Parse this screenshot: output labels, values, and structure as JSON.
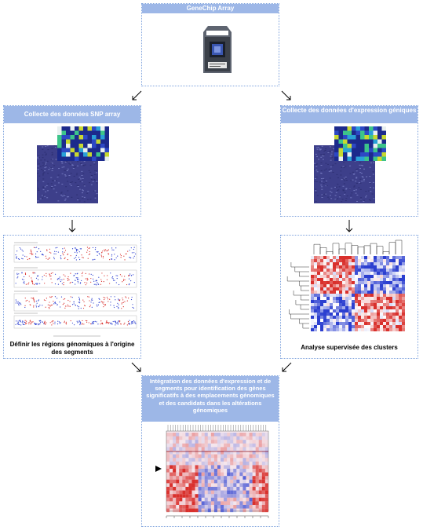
{
  "top": {
    "title": "GeneChip Array"
  },
  "snp": {
    "title": "Collecte des données SNP array"
  },
  "expression": {
    "title": "Collecte des données d'expression géniques"
  },
  "segments": {
    "caption": "Définir les régions génomiques à l'origine des segments"
  },
  "clusters": {
    "caption": "Analyse supervisée des clusters"
  },
  "integration": {
    "title": "Intégration des données d'expression et de segments pour identification des gènes significatifs à des emplacements génomiques et des candidats dans les altérations génomiques"
  },
  "colors": {
    "header_bg": "#9db7e7",
    "border": "#7fa3dd",
    "red": "#d9302c",
    "blue": "#2c3fd0"
  }
}
